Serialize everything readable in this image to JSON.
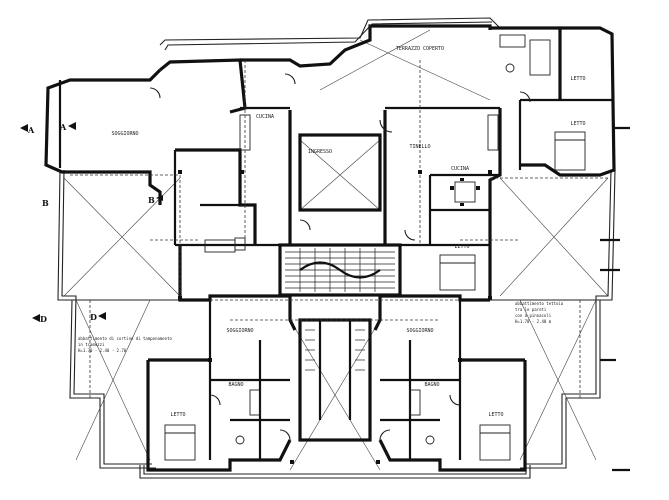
{
  "rooms": {
    "soggiorno": "SOGGIORNO",
    "cucina_left": "CUCINA",
    "cucina_right": "CUCINA",
    "tinello": "TINELLO",
    "letto_top_right": "LETTO",
    "letto_top_left": "LETTO",
    "letto_mid_right": "LETTO",
    "letto_bottom_left": "LETTO",
    "letto_bottom_right": "LETTO",
    "ingresso": "INGRESSO",
    "bagno_left": "BAGNO",
    "bagno_right": "BAGNO",
    "soggiorno_bottom_left": "SOGGIORNO",
    "soggiorno_bottom_right": "SOGGIORNO",
    "terrazzo_top": "TERRAZZO COPERTO"
  },
  "section_marks": {
    "a_left": "A",
    "a_right": "A",
    "b_left": "B",
    "b_right": "B",
    "d_left": "D",
    "d_right": "D"
  },
  "notes": {
    "left_note": [
      "abbattimento di cortine di tamponamento",
      "in tramezzi",
      "H=1.70 - 2.40 - 2.70"
    ],
    "right_note": [
      "abbattimento tettoia",
      "tra le pareti",
      "con a pinnacoli",
      "H=1.70 - 2.40 m"
    ]
  }
}
